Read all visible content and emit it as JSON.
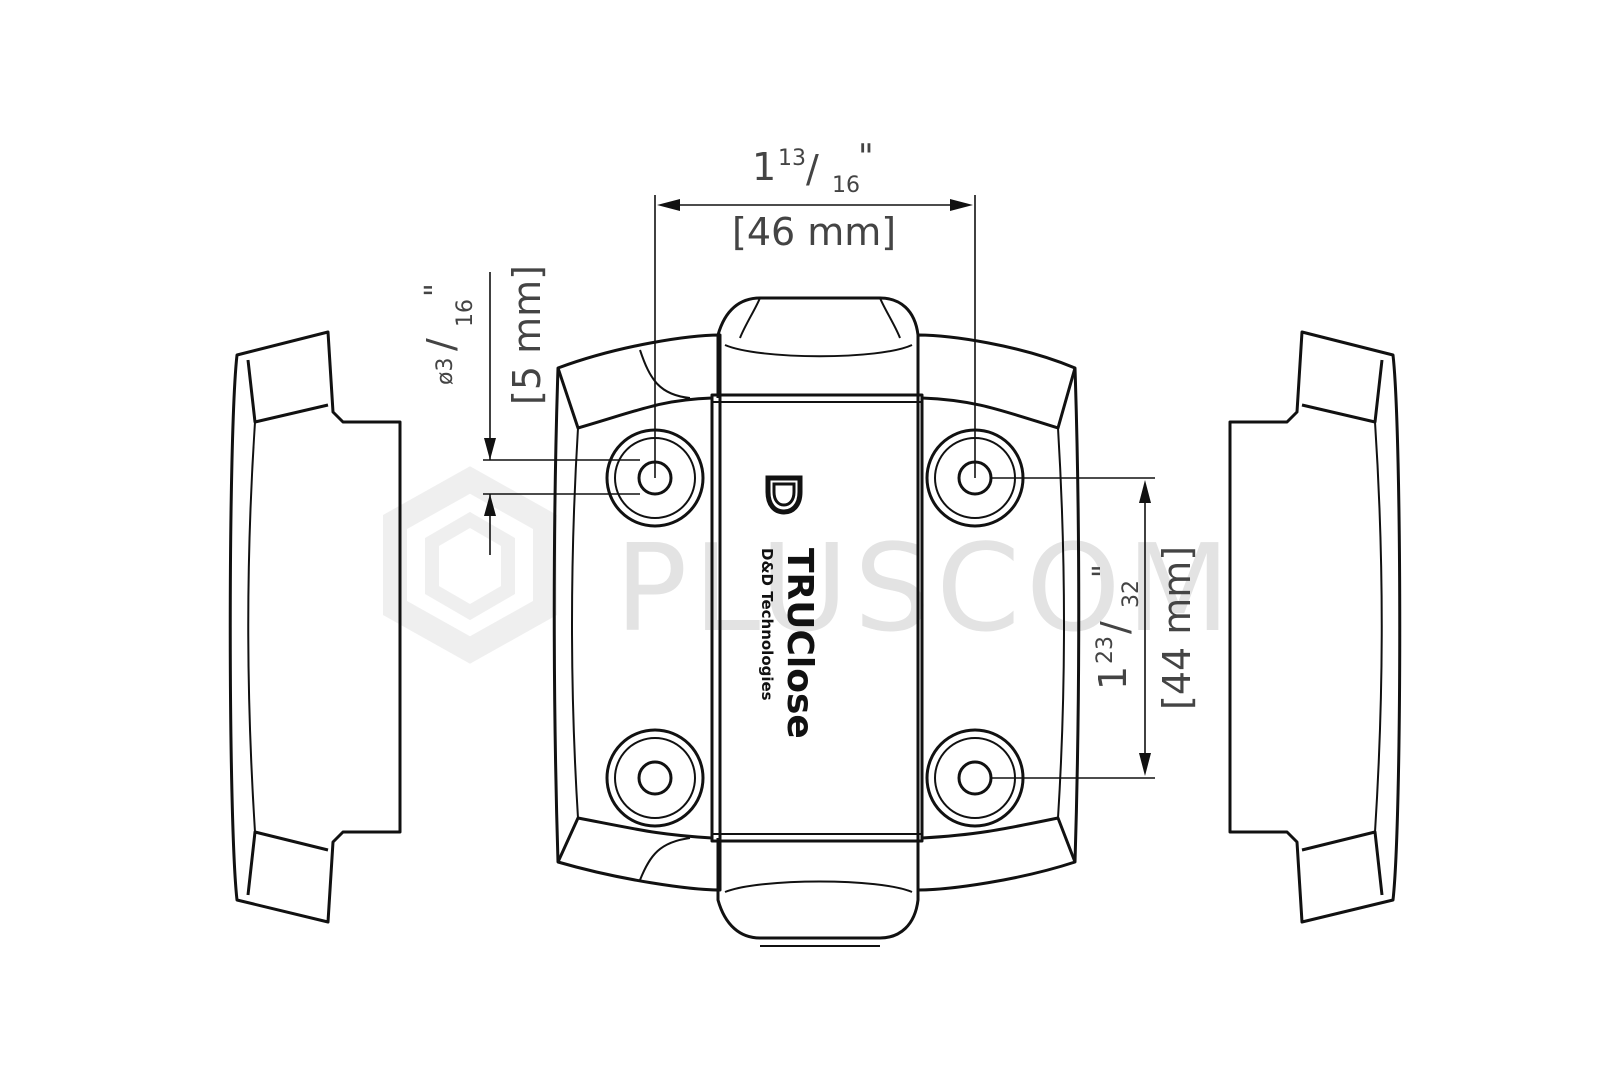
{
  "dimensions": {
    "top_fraction_whole": "1",
    "top_fraction_num": "13",
    "top_fraction_slash": "/",
    "top_fraction_den": "16",
    "top_fraction_unit": "\"",
    "top_metric": "[46 mm]",
    "hole_prefix": "ø3",
    "hole_slash": "/",
    "hole_den": "16",
    "hole_unit": "\"",
    "hole_metric": "[5 mm]",
    "right_whole": "1",
    "right_num": "23",
    "right_slash": "/",
    "right_den": "32",
    "right_unit": "\"",
    "right_metric": "[44 mm]"
  },
  "brand": {
    "product": "TRUClose",
    "maker": "D&D Technologies"
  },
  "watermark": "PLUSCOM"
}
